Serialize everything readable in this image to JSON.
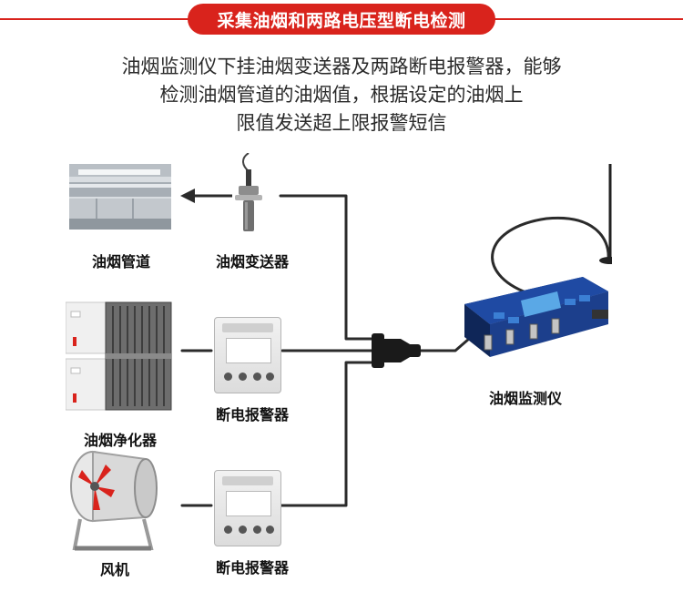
{
  "header": {
    "title": "采集油烟和两路电压型断电检测"
  },
  "description": {
    "line1": "油烟监测仪下挂油烟变送器及两路断电报警器，能够",
    "line2": "检测油烟管道的油烟值，根据设定的油烟上",
    "line3": "限值发送超上限报警短信"
  },
  "components": {
    "duct": "油烟管道",
    "transmitter": "油烟变送器",
    "purifier": "油烟净化器",
    "breaker1": "断电报警器",
    "fan": "风机",
    "breaker2": "断电报警器",
    "monitor": "油烟监测仪"
  },
  "colors": {
    "accent": "#d9231c",
    "monitor_body": "#1c3f8c",
    "wire": "#2b2b2b"
  }
}
